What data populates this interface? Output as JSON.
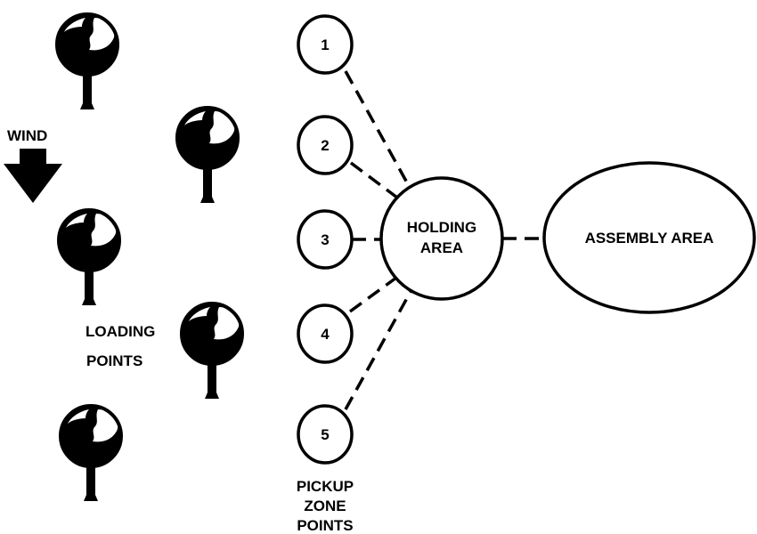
{
  "wind": {
    "label": "WIND"
  },
  "loading_points": {
    "label_line1": "LOADING",
    "label_line2": "POINTS",
    "count": 5,
    "icon": "tree-icon"
  },
  "pickup_zone_points": {
    "label_line1": "PICKUP",
    "label_line2": "ZONE",
    "label_line3": "POINTS",
    "numbers": [
      "1",
      "2",
      "3",
      "4",
      "5"
    ]
  },
  "holding_area": {
    "label_line1": "HOLDING",
    "label_line2": "AREA"
  },
  "assembly_area": {
    "label": "ASSEMBLY AREA"
  },
  "colors": {
    "ink": "#000000",
    "background": "#ffffff"
  }
}
